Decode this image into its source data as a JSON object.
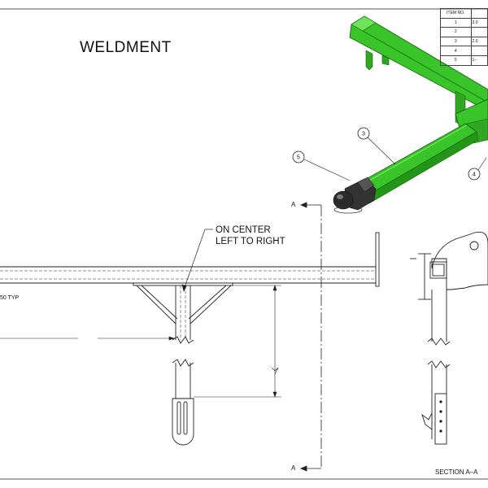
{
  "drawing": {
    "title": "WELDMENT",
    "callout": {
      "line1": "ON CENTER",
      "line2": "LEFT TO RIGHT"
    },
    "dimension_typ": "50 TYP",
    "section_marker": "A",
    "section_label": "SECTION A–A",
    "balloons": [
      "3",
      "4",
      "5"
    ],
    "bom": {
      "header": "ITEM NO.",
      "rows": [
        {
          "item": "1",
          "desc": "3.0"
        },
        {
          "item": "2",
          "desc": ""
        },
        {
          "item": "3",
          "desc": "2.0"
        },
        {
          "item": "4",
          "desc": ""
        },
        {
          "item": "5",
          "desc": "1–"
        }
      ]
    },
    "colors": {
      "frame_green": "#39c42a",
      "frame_green_dark": "#1f8a16",
      "hitch_gray": "#2b2b2b",
      "line": "#222222"
    }
  }
}
